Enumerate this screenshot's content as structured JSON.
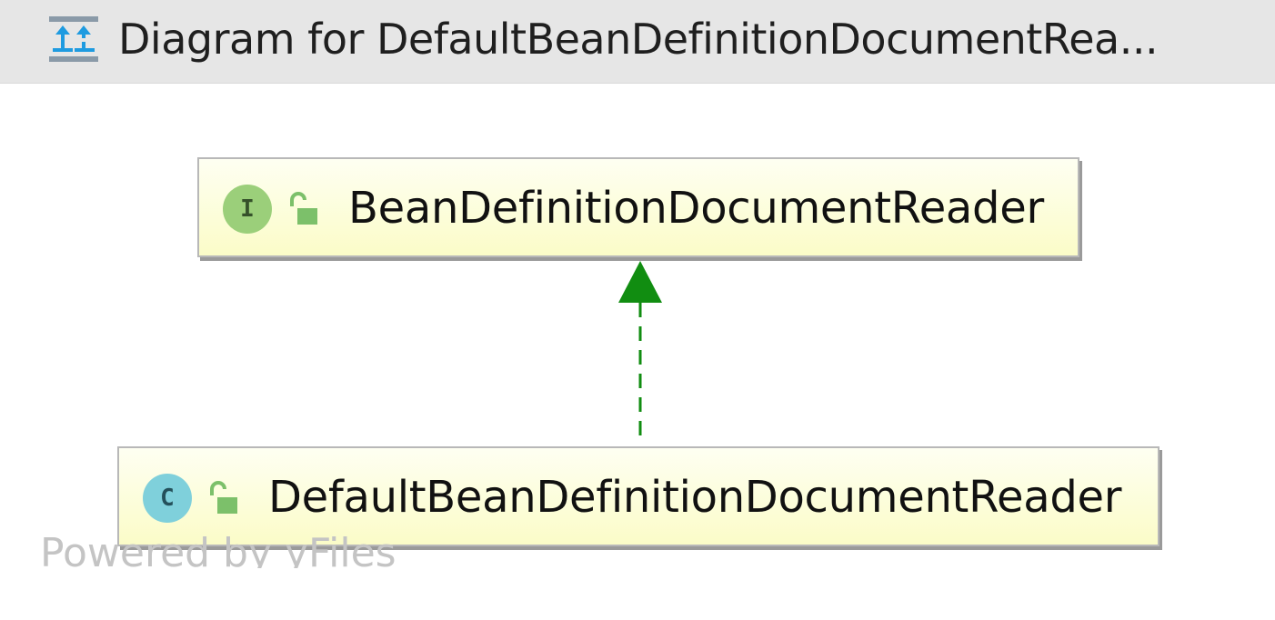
{
  "window": {
    "title": "Diagram for DefaultBeanDefinitionDocumentRea...",
    "icon": "uml-diagram-icon"
  },
  "diagram": {
    "nodes": [
      {
        "id": "interface-node",
        "kind_badge": "I",
        "kind": "interface",
        "visibility": "public",
        "label": "BeanDefinitionDocumentReader"
      },
      {
        "id": "class-node",
        "kind_badge": "C",
        "kind": "class",
        "visibility": "public",
        "label": "DefaultBeanDefinitionDocumentReader"
      }
    ],
    "edges": [
      {
        "from": "class-node",
        "to": "interface-node",
        "type": "implements",
        "style": "dashed",
        "color": "#118d11"
      }
    ],
    "watermark": "Powered by yFiles"
  },
  "colors": {
    "node_fill_top": "#fefff2",
    "node_fill_bottom": "#fbfcc8",
    "node_border": "#b8b8b8",
    "interface_badge": "#9bcf7a",
    "class_badge": "#7fd0db",
    "edge": "#118d11",
    "titlebar": "#e6e6e6"
  }
}
